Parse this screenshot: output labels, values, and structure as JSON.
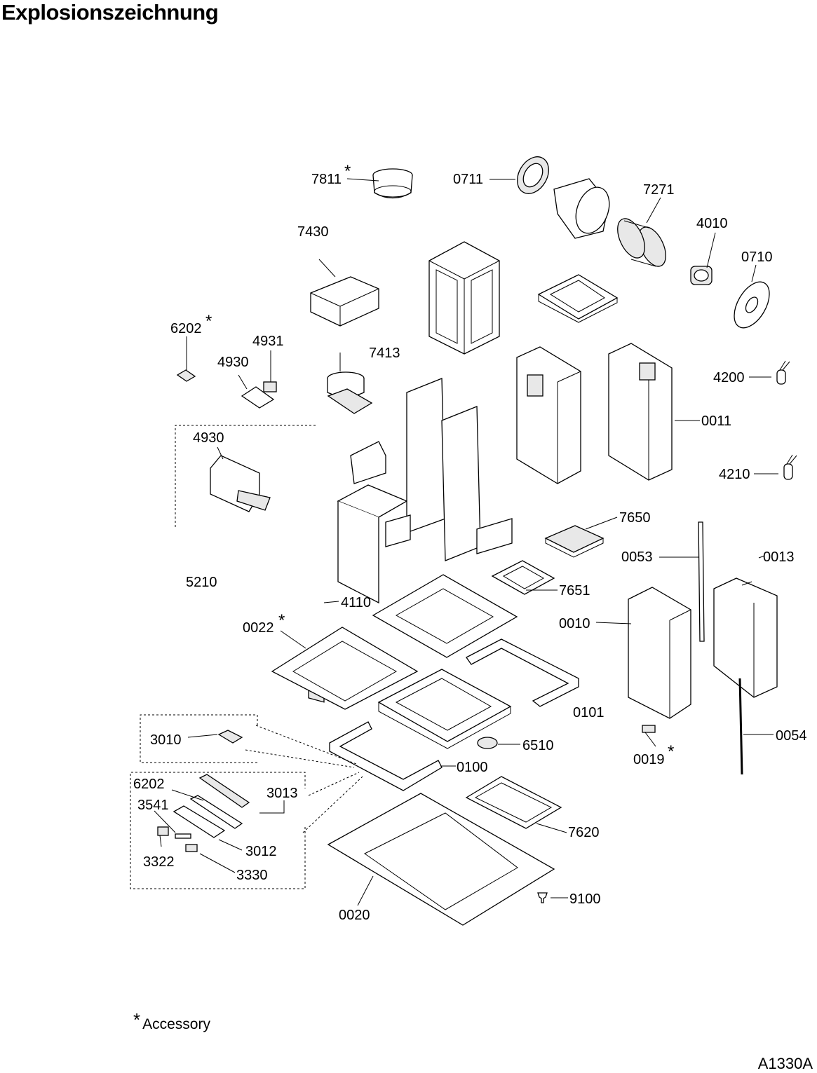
{
  "header": {
    "title": "Explosionszeichnung"
  },
  "labels": {
    "p7811": "7811",
    "p0711": "0711",
    "p7271": "7271",
    "p7430": "7430",
    "p4010": "4010",
    "p0710": "0710",
    "p6202a": "6202",
    "p4931": "4931",
    "p4930a": "4930",
    "p7413": "7413",
    "p4200": "4200",
    "p0011": "0011",
    "p4930b": "4930",
    "p4210": "4210",
    "p7650": "7650",
    "p0053": "0053",
    "p0013": "0013",
    "p5210": "5210",
    "p7651": "7651",
    "p4110": "4110",
    "p0022": "0022",
    "p0010": "0010",
    "p0101": "0101",
    "p3010": "3010",
    "p6510": "6510",
    "p0019": "0019",
    "p0054": "0054",
    "p0100": "0100",
    "p6202b": "6202",
    "p3013": "3013",
    "p3541": "3541",
    "p7620": "7620",
    "p3012": "3012",
    "p3322": "3322",
    "p3330": "3330",
    "p9100": "9100",
    "p0020": "0020"
  },
  "asterisk": "*",
  "footer": {
    "note_star": "*",
    "note": "Accessory",
    "code": "A1330A"
  }
}
